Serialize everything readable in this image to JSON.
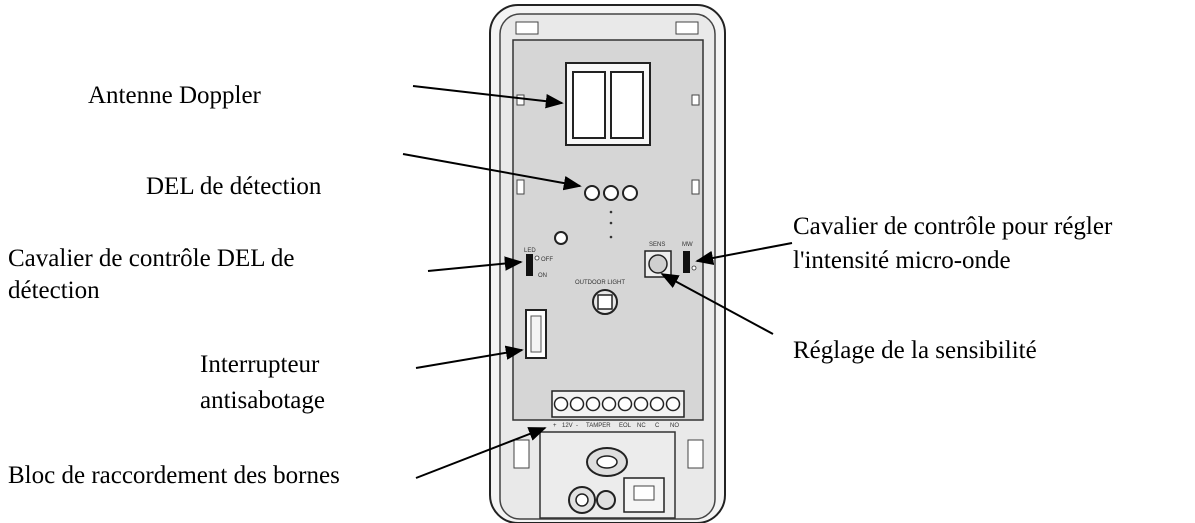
{
  "labels": {
    "antenna": "Antenne Doppler",
    "led": "DEL de détection",
    "led_jumper_line1": "Cavalier de contrôle DEL de",
    "led_jumper_line2": "détection",
    "tamper_line1": "Interrupteur",
    "tamper_line2": "antisabotage",
    "terminal_block": "Bloc de raccordement des bornes",
    "mw_jumper_line1": "Cavalier de contrôle pour régler",
    "mw_jumper_line2": "l'intensité micro-onde",
    "sensitivity": "Réglage de la sensibilité"
  },
  "board_text": {
    "led": "LED",
    "off": "OFF",
    "on": "ON",
    "sens": "SENS",
    "outdoor_light": "OUTDOOR LIGHT",
    "mw": "MW",
    "terminal_1": "+",
    "terminal_2": "12V",
    "terminal_3": "-",
    "terminal_4": "TAMPER",
    "terminal_5": "EOL",
    "terminal_6": "NC",
    "terminal_7": "C",
    "terminal_8": "NO"
  }
}
